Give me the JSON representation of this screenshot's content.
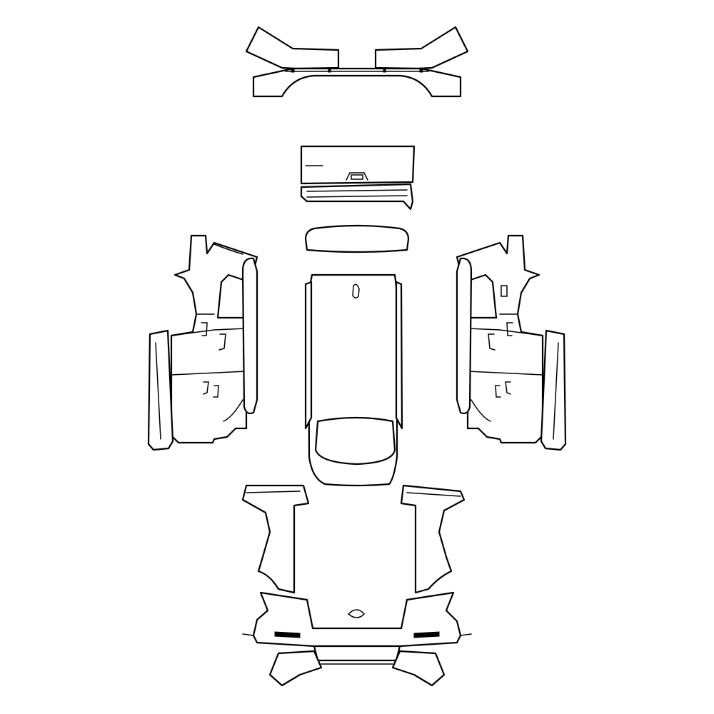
{
  "diagram": {
    "type": "vehicle-wrap-template",
    "colors": {
      "line": "#000000",
      "background": "#ffffff"
    },
    "parts": [
      "rear-bumper",
      "trunk-lid",
      "rear-spoiler",
      "roof-and-hood",
      "left-side-panels",
      "right-side-panels",
      "left-front-fender",
      "right-front-fender",
      "front-bumper"
    ]
  }
}
